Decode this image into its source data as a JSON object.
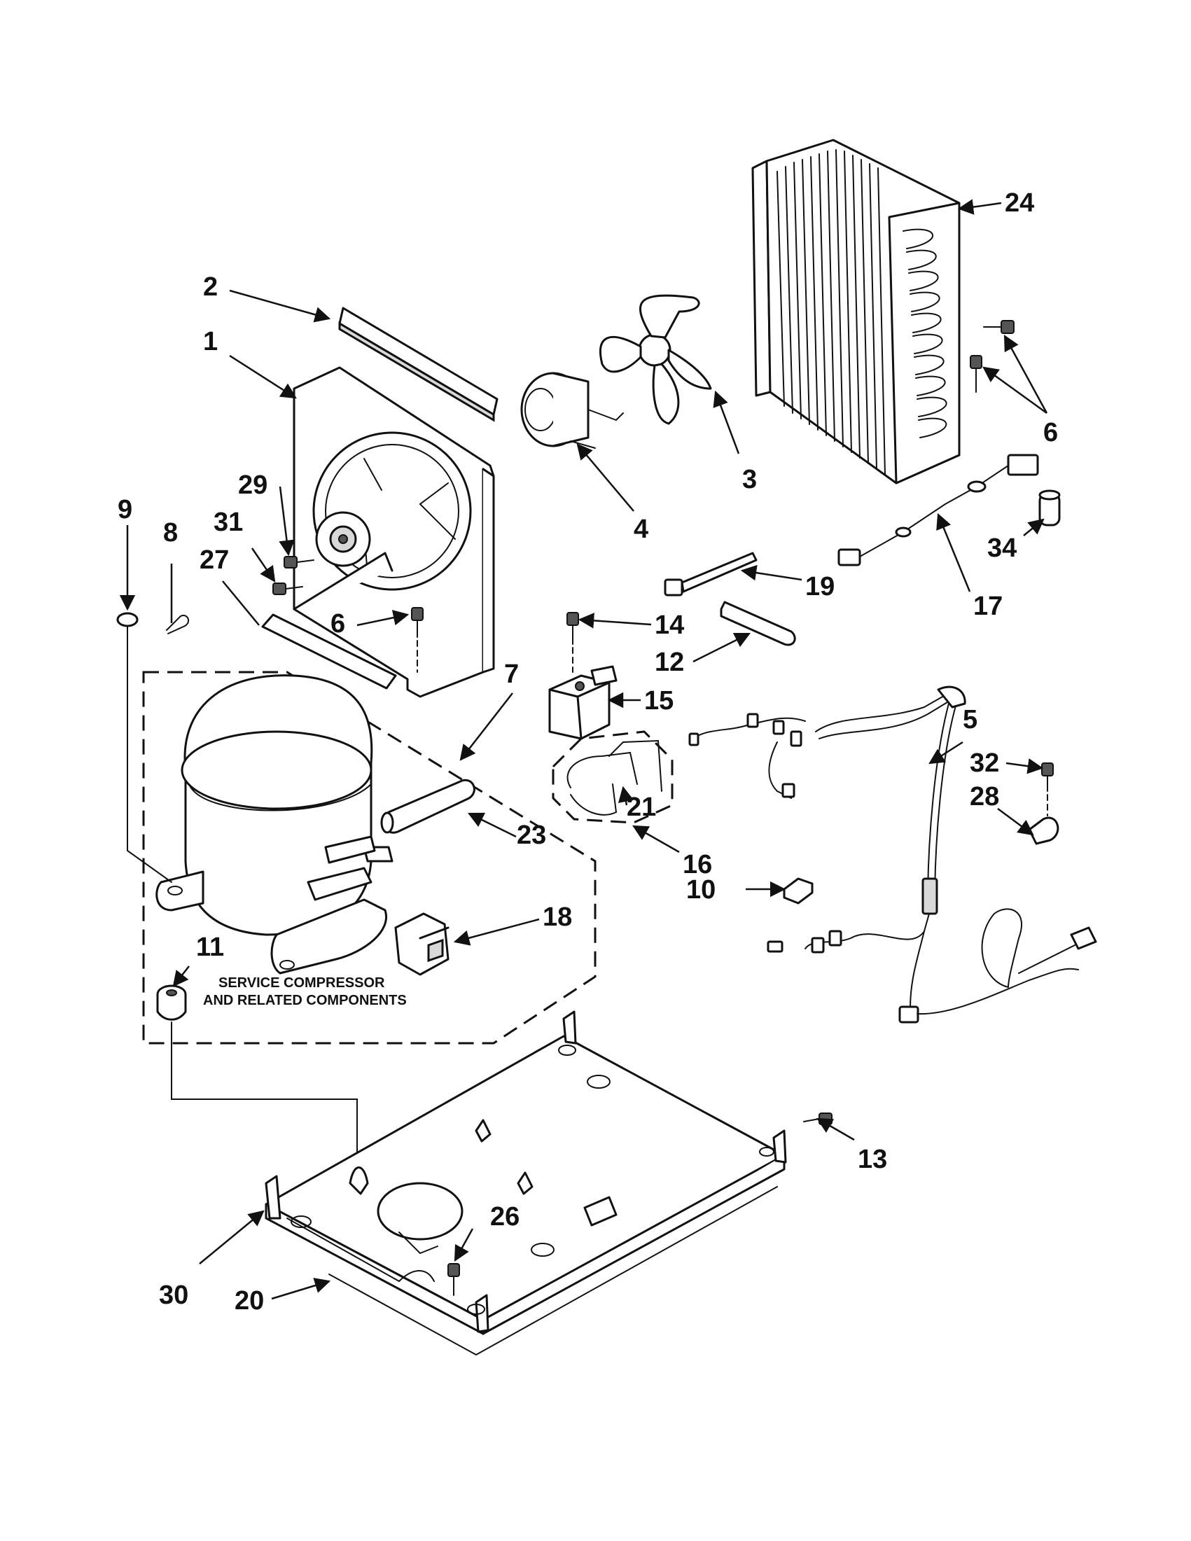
{
  "note": {
    "line1": "SERVICE COMPRESSOR",
    "line2": "AND RELATED COMPONENTS"
  },
  "callouts": [
    {
      "id": "c1",
      "label": "1"
    },
    {
      "id": "c2",
      "label": "2"
    },
    {
      "id": "c3",
      "label": "3"
    },
    {
      "id": "c4",
      "label": "4"
    },
    {
      "id": "c5",
      "label": "5"
    },
    {
      "id": "c6a",
      "label": "6"
    },
    {
      "id": "c6b",
      "label": "6"
    },
    {
      "id": "c7",
      "label": "7"
    },
    {
      "id": "c8",
      "label": "8"
    },
    {
      "id": "c9",
      "label": "9"
    },
    {
      "id": "c10",
      "label": "10"
    },
    {
      "id": "c11",
      "label": "11"
    },
    {
      "id": "c12",
      "label": "12"
    },
    {
      "id": "c13",
      "label": "13"
    },
    {
      "id": "c14",
      "label": "14"
    },
    {
      "id": "c15",
      "label": "15"
    },
    {
      "id": "c16",
      "label": "16"
    },
    {
      "id": "c17",
      "label": "17"
    },
    {
      "id": "c18",
      "label": "18"
    },
    {
      "id": "c19",
      "label": "19"
    },
    {
      "id": "c20",
      "label": "20"
    },
    {
      "id": "c21",
      "label": "21"
    },
    {
      "id": "c23",
      "label": "23"
    },
    {
      "id": "c24",
      "label": "24"
    },
    {
      "id": "c26",
      "label": "26"
    },
    {
      "id": "c27",
      "label": "27"
    },
    {
      "id": "c28",
      "label": "28"
    },
    {
      "id": "c29",
      "label": "29"
    },
    {
      "id": "c30",
      "label": "30"
    },
    {
      "id": "c31",
      "label": "31"
    },
    {
      "id": "c32",
      "label": "32"
    },
    {
      "id": "c34",
      "label": "34"
    }
  ]
}
